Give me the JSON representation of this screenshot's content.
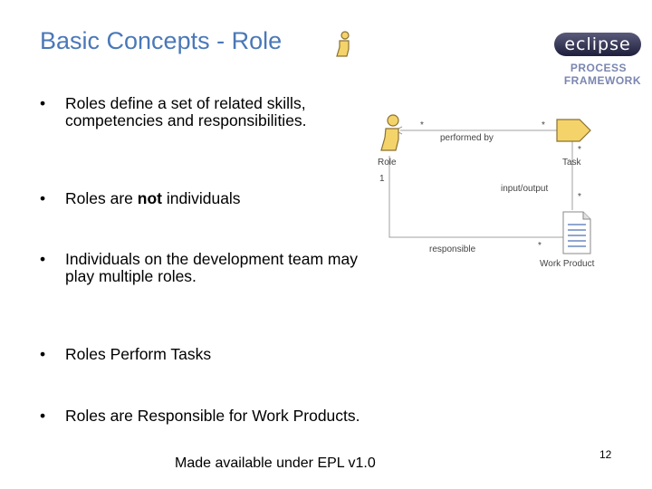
{
  "slide": {
    "title": "Basic Concepts - Role",
    "footer": "Made available under EPL v1.0",
    "page_number": "12"
  },
  "logo": {
    "top": "eclipse",
    "line1": "PROCESS",
    "line2": "FRAMEWORK"
  },
  "bullets": [
    {
      "marker": "•",
      "text": "Roles define a set of related skills, competencies and responsibilities."
    },
    {
      "marker": "•",
      "pre": "Roles are ",
      "bold": "not",
      "post": " individuals"
    },
    {
      "marker": "•",
      "text": "Individuals on the development team may play multiple roles."
    },
    {
      "marker": "•",
      "text": "Roles Perform Tasks"
    },
    {
      "marker": "•",
      "text": "Roles are Responsible for Work Products."
    }
  ],
  "diagram": {
    "role_label": "Role",
    "role_multiplicity": "1",
    "task_label": "Task",
    "work_product_label": "Work Product",
    "performed_by": "performed by",
    "input_output": "input/output",
    "responsible": "responsible",
    "star": "*"
  },
  "colors": {
    "title": "#4a78b8",
    "icon_fill": "#f4d46a",
    "icon_stroke": "#8a7030",
    "connector": "#a0a0a0"
  }
}
